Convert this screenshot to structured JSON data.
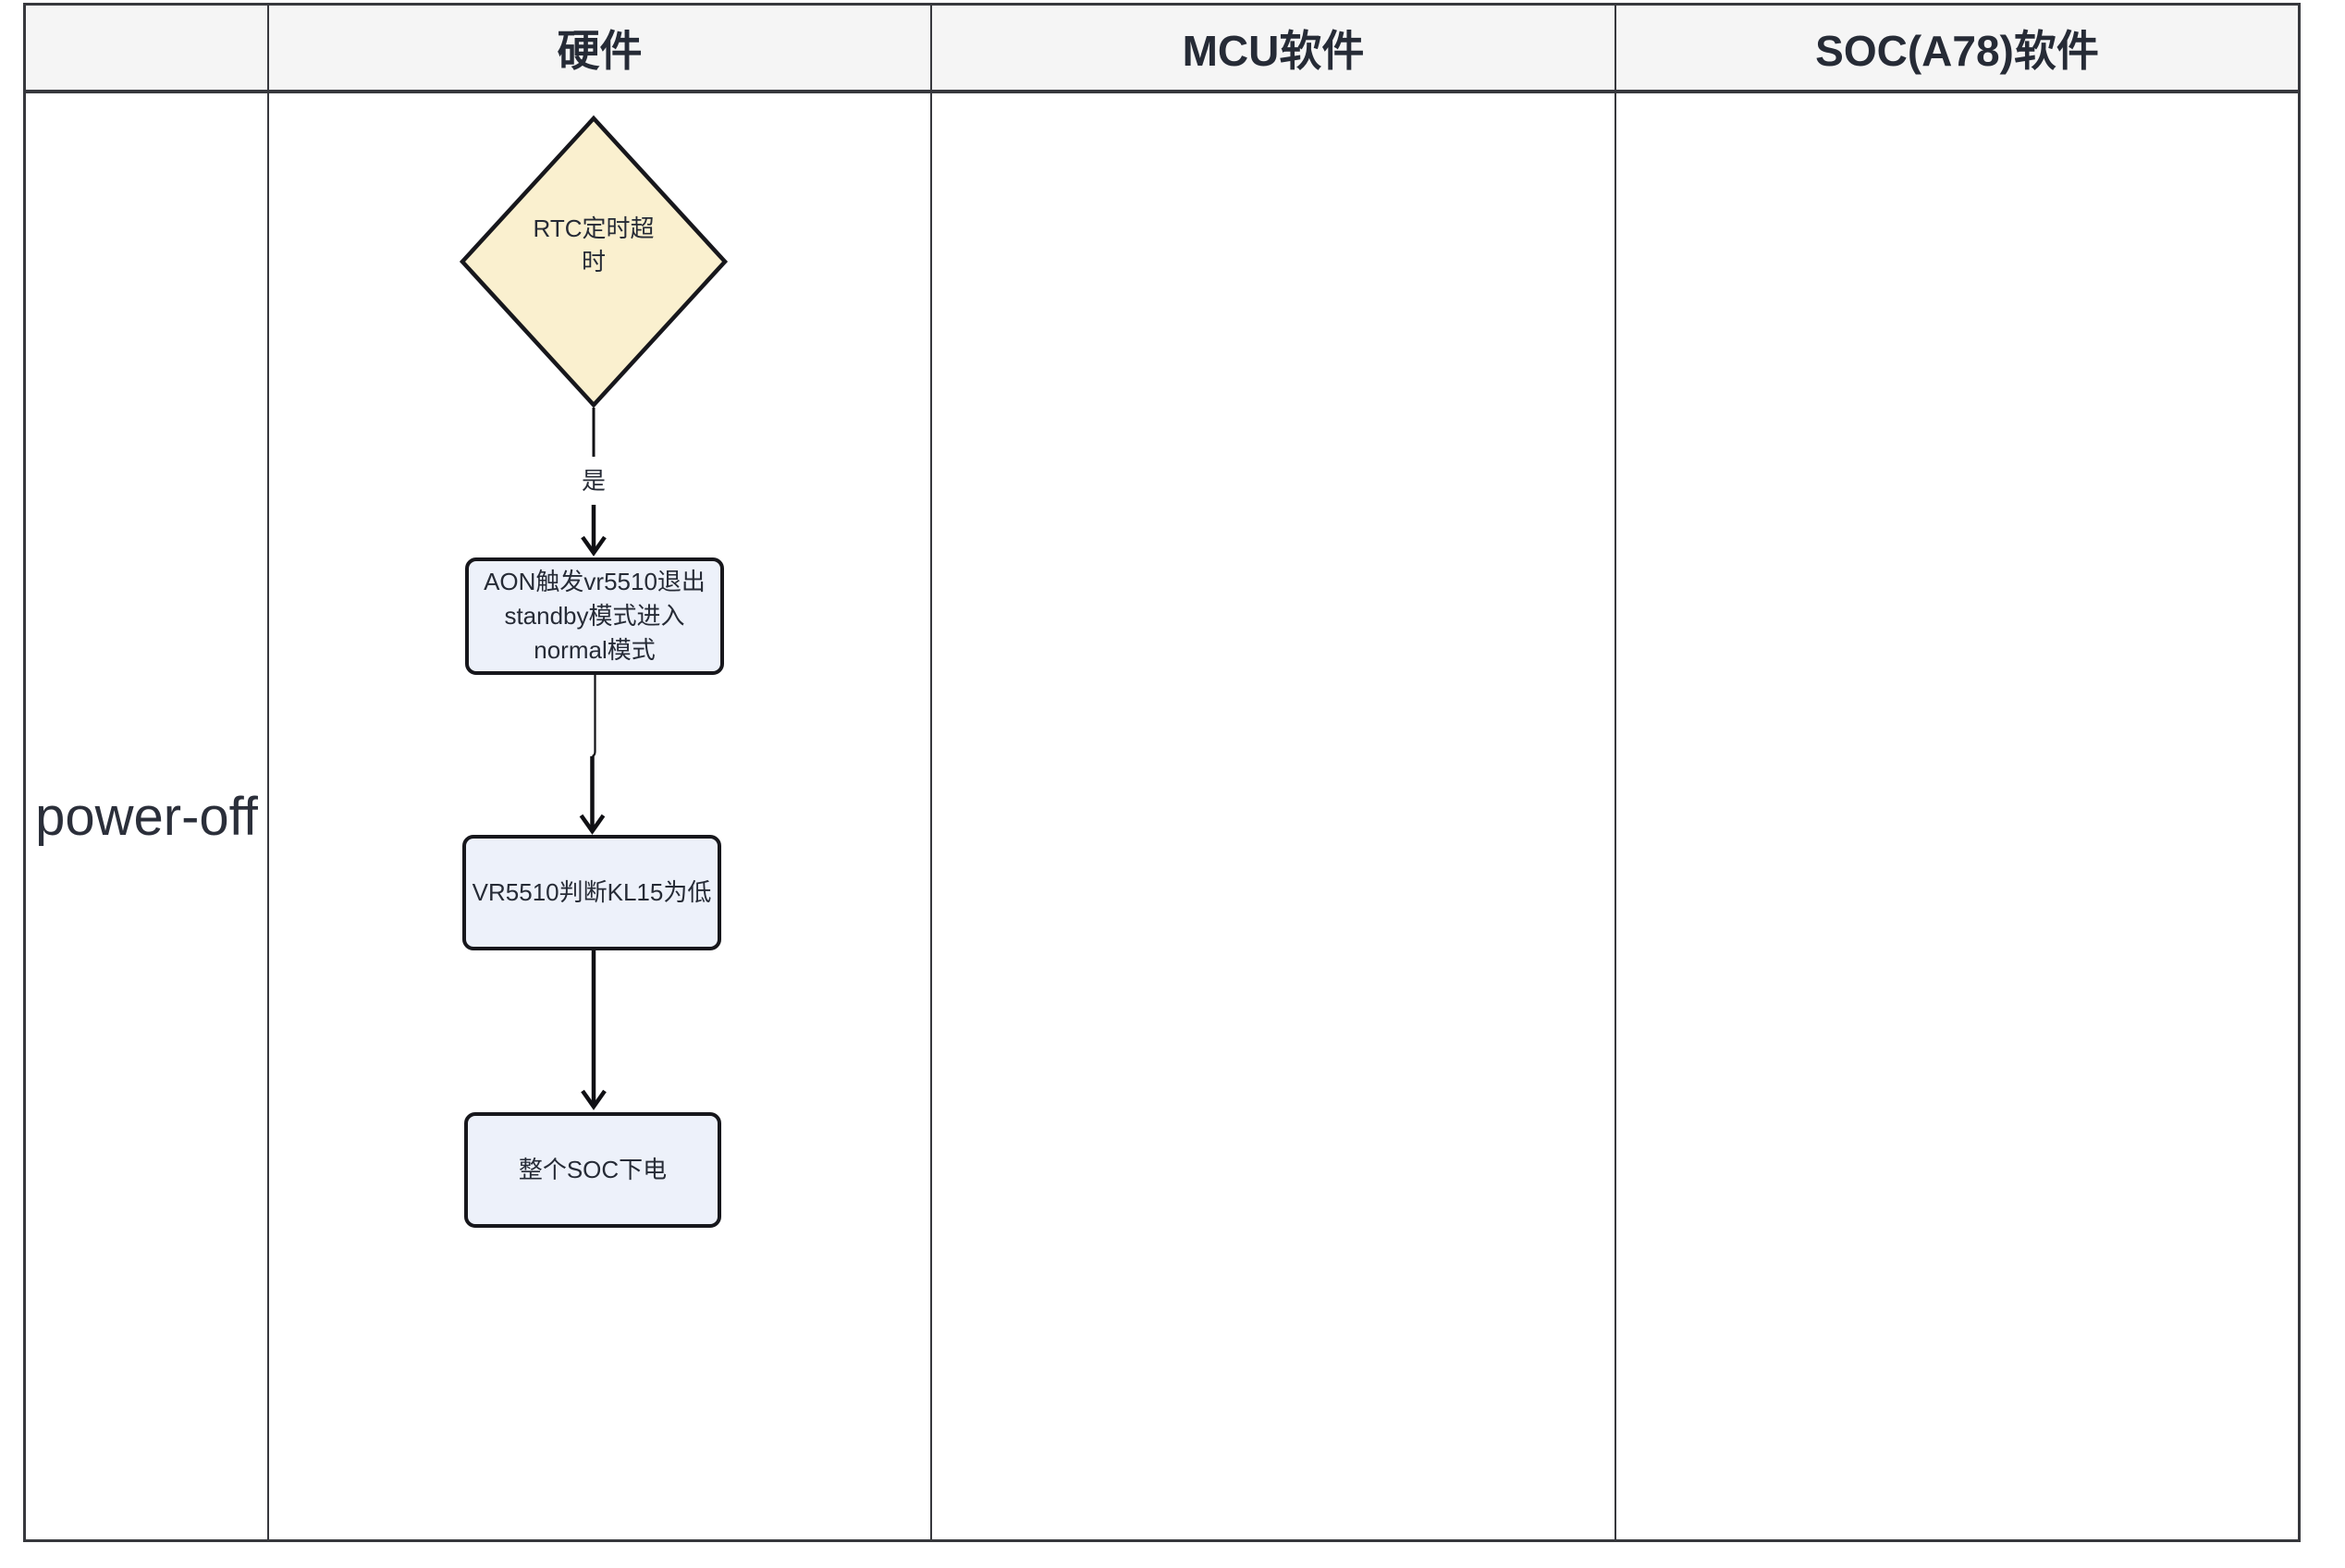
{
  "colors": {
    "decision_fill": "#FAF0CF",
    "decision_stroke": "#17171C",
    "process_fill": "#EDF1FA",
    "process_stroke": "#17171C",
    "header_bg": "#F5F5F5",
    "border": "#37383D",
    "text": "#262B36",
    "label_text": "#2B2F3A",
    "arrow": "#101014"
  },
  "swimlane": {
    "header": {
      "corner_label": "",
      "columns": [
        "硬件",
        "MCU软件",
        "SOC(A78)软件"
      ]
    },
    "rows": [
      {
        "label": "power-off"
      }
    ]
  },
  "flowchart": {
    "decision": {
      "shape": "diamond",
      "label": "RTC定时超时"
    },
    "edge_yes_label": "是",
    "processes": [
      {
        "label": "AON触发vr5510退出standby模式进入normal模式"
      },
      {
        "label": "VR5510判断KL15为低"
      },
      {
        "label": "整个SOC下电"
      }
    ]
  }
}
